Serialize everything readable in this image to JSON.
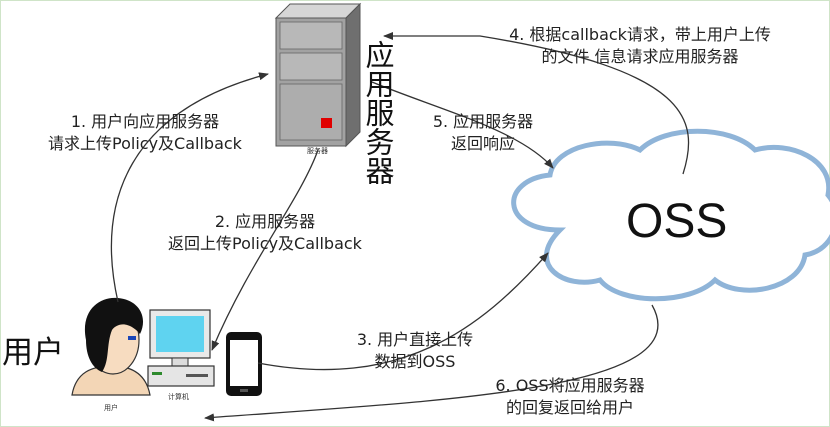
{
  "nodes": {
    "app_server": {
      "caption_small": "服务器",
      "title_vertical": "应用服务器"
    },
    "oss": {
      "label": "OSS"
    },
    "user": {
      "label": "用户",
      "caption_small": "用户"
    },
    "computer": {
      "caption_small": "计算机"
    }
  },
  "steps": [
    {
      "id": "step1",
      "line1": "1. 用户向应用服务器",
      "line2": "请求上传Policy及Callback"
    },
    {
      "id": "step2",
      "line1": "2. 应用服务器",
      "line2": "返回上传Policy及Callback"
    },
    {
      "id": "step3",
      "line1": "3. 用户直接上传",
      "line2": "数据到OSS"
    },
    {
      "id": "step4",
      "line1": "4. 根据callback请求，带上用户上传",
      "line2": "的文件 信息请求应用服务器"
    },
    {
      "id": "step5",
      "line1": "5. 应用服务器",
      "line2": "返回响应"
    },
    {
      "id": "step6",
      "line1": "6. OSS将应用服务器",
      "line2": "的回复返回给用户"
    }
  ],
  "colors": {
    "cloud_stroke": "#8fb4d8",
    "server_body": "#9c9c9c",
    "server_led": "#e00000",
    "monitor_screen": "#5fd3f0",
    "phone_screen": "#ffffff",
    "arrow": "#333333",
    "frame_border": "#cfe4c8"
  }
}
